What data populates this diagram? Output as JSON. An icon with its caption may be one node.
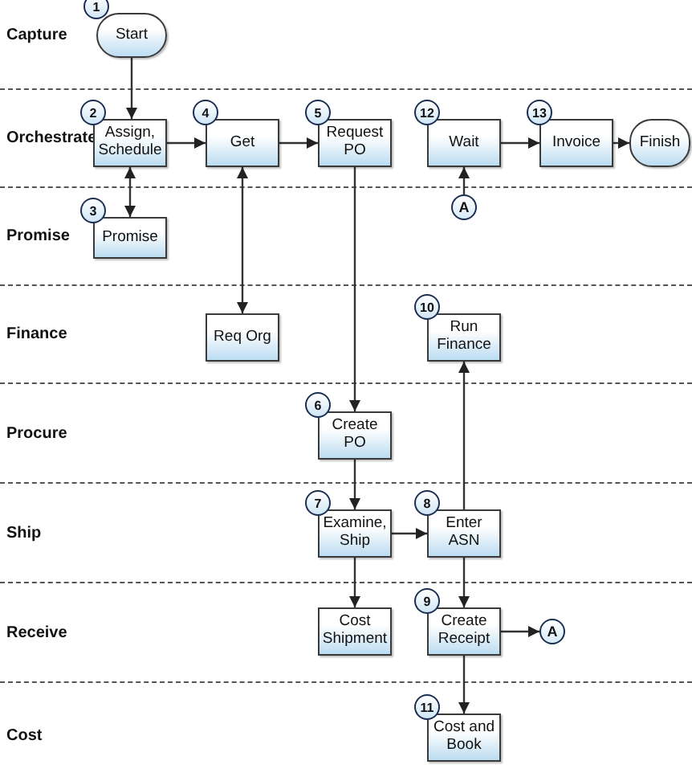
{
  "diagram": {
    "nodes": [
      {
        "text": [
          "Start"
        ],
        "beside": [
          "1"
        ]
      },
      {
        "text": [
          "Assign, Schedule"
        ],
        "beside": [
          "2"
        ]
      },
      {
        "text": [
          "Promise"
        ],
        "beside": [
          "3"
        ]
      },
      {
        "text": [
          "Get"
        ],
        "beside": [
          "4"
        ]
      },
      {
        "text": [
          "Request PO"
        ],
        "beside": [
          "5"
        ]
      },
      {
        "text": [
          "Wait"
        ],
        "beside": [
          "12"
        ]
      },
      {
        "text": [
          "Invoice"
        ],
        "beside": [
          "13"
        ]
      },
      {
        "text": [
          "Finish"
        ]
      },
      {
        "text": [
          "A"
        ]
      },
      {
        "text": [
          "Req Org"
        ]
      },
      {
        "text": [
          "Run Finance"
        ],
        "beside": [
          "10"
        ]
      },
      {
        "text": [
          "Create PO"
        ],
        "beside": [
          "6"
        ]
      },
      {
        "text": [
          "Examine, Ship"
        ],
        "beside": [
          "7"
        ]
      },
      {
        "text": [
          "Enter ASN"
        ],
        "beside": [
          "8"
        ]
      },
      {
        "text": [
          "Cost Shipment"
        ]
      },
      {
        "text": [
          "Create Receipt"
        ],
        "beside": [
          "9"
        ]
      },
      {
        "text": [
          "A"
        ]
      },
      {
        "text": [
          "Cost and Book"
        ],
        "beside": [
          "11"
        ]
      }
    ],
    "edges": [
      {
        "from": 0,
        "to": 1,
        "arrow": "to"
      },
      {
        "from": 1,
        "to": 3,
        "arrow": "to"
      },
      {
        "from": 3,
        "to": 4,
        "arrow": "to"
      },
      {
        "from": 1,
        "to": 2,
        "arrow": "both"
      },
      {
        "from": 3,
        "to": 9,
        "arrow": "both"
      },
      {
        "from": 4,
        "to": 11,
        "arrow": "to"
      },
      {
        "from": 11,
        "to": 12,
        "arrow": "to"
      },
      {
        "from": 12,
        "to": 13,
        "arrow": "to"
      },
      {
        "from": 12,
        "to": 14,
        "arrow": "to"
      },
      {
        "from": 13,
        "to": 10,
        "arrow": "to"
      },
      {
        "from": 13,
        "to": 15,
        "arrow": "to"
      },
      {
        "from": 15,
        "to": 16,
        "arrow": "to"
      },
      {
        "from": 15,
        "to": 17,
        "arrow": "to"
      },
      {
        "from": 8,
        "to": 5,
        "arrow": "to"
      },
      {
        "from": 5,
        "to": 6,
        "arrow": "to"
      },
      {
        "from": 6,
        "to": 7,
        "arrow": "to"
      }
    ],
    "labels": [
      "Capture",
      "Orchestrate",
      "Promise",
      "Finance",
      "Procure",
      "Ship",
      "Receive",
      "Cost"
    ]
  }
}
